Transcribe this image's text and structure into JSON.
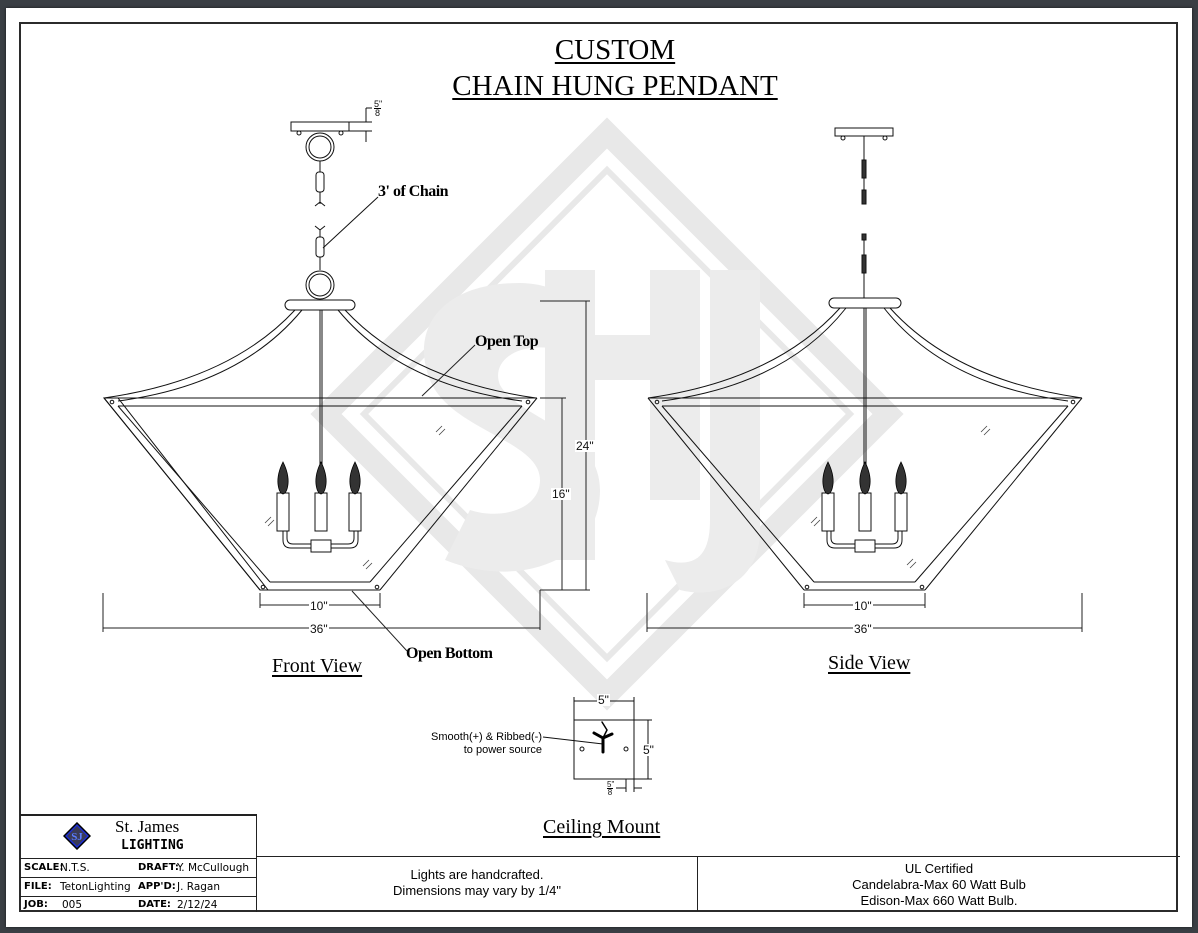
{
  "document": {
    "title_line1": "CUSTOM",
    "title_line2": "CHAIN HUNG PENDANT"
  },
  "front_view": {
    "label": "Front View",
    "callouts": {
      "chain": "3' of Chain",
      "open_top": "Open Top",
      "open_bottom": "Open Bottom"
    },
    "dimensions": {
      "canopy_thickness_num": "5",
      "canopy_thickness_den": "8",
      "canopy_thickness_unit": "\"",
      "overall_height": "24\"",
      "body_height": "16\"",
      "bottom_width": "10\"",
      "overall_width": "36\""
    }
  },
  "side_view": {
    "label": "Side View",
    "dimensions": {
      "bottom_width": "10\"",
      "overall_width": "36\""
    }
  },
  "ceiling_mount": {
    "label": "Ceiling Mount",
    "note_line1": "Smooth(+) & Ribbed(-)",
    "note_line2": "to power source",
    "dimensions": {
      "width": "5\"",
      "height": "5\"",
      "depth_num": "5",
      "depth_den": "8",
      "depth_unit": "\""
    }
  },
  "title_block": {
    "company_name": "St. James",
    "company_sub": "LIGHTING",
    "logo_text": "SJ",
    "fields": {
      "scale_label": "SCALE:",
      "scale_value": "N.T.S.",
      "draft_label": "DRAFT:",
      "draft_value": "Y. McCullough",
      "file_label": "FILE:",
      "file_value": "TetonLighting",
      "approved_label": "APP'D:",
      "approved_value": "J. Ragan",
      "job_label": "JOB:",
      "job_value": "005",
      "date_label": "DATE:",
      "date_value": "2/12/24"
    }
  },
  "notes": {
    "handcrafted_line1": "Lights are handcrafted.",
    "handcrafted_line2": "Dimensions may vary by 1/4\"",
    "ul_line1": "UL Certified",
    "ul_line2": "Candelabra-Max 60 Watt Bulb",
    "ul_line3": "Edison-Max 660 Watt Bulb."
  },
  "colors": {
    "page_background": "#3a3f44",
    "paper": "#ffffff",
    "ink": "#000000",
    "watermark": "#e6e6e6",
    "logo_blue": "#1d2fd6"
  }
}
